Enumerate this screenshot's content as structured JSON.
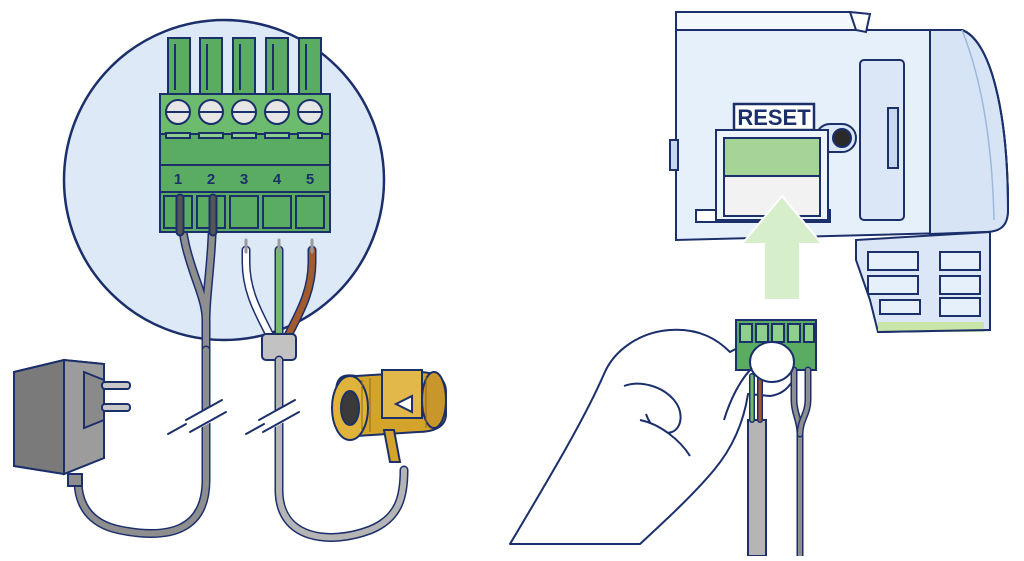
{
  "diagram": {
    "terminal_labels": [
      "1",
      "2",
      "3",
      "4",
      "5"
    ],
    "reset_label": "RESET"
  },
  "colors": {
    "outline": "#1b2f6b",
    "terminal_green": "#5aac62",
    "terminal_light": "#8fcf8c",
    "magnifier_bg": "#dde9f6",
    "device_body": "#e6f0fb",
    "device_edge": "#c5d8ef",
    "adapter_gray": "#8e8e8e",
    "cable_gray": "#b5b5b5",
    "wire_brown": "#a25a2f",
    "wire_green": "#74b96e",
    "brass": "#d4a42a",
    "arrow_green": "#d7eecb",
    "skin": "#ffffff"
  }
}
